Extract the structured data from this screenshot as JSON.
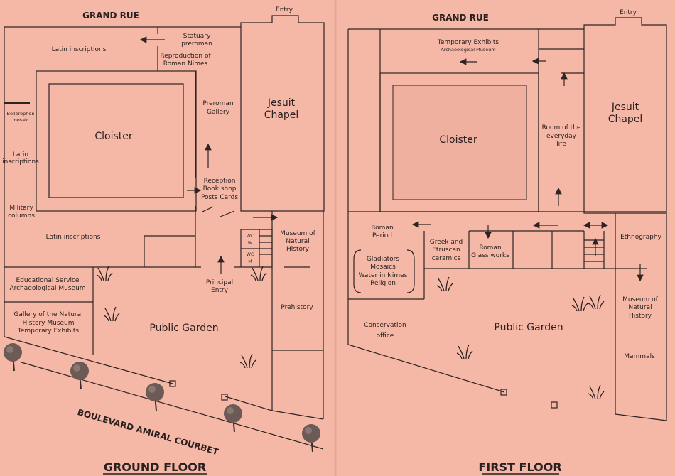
{
  "colors": {
    "paper": "#f6b8a6",
    "ink": "#2e2424"
  },
  "ground_floor": {
    "title": "GROUND FLOOR",
    "street_top": "GRAND RUE",
    "street_bottom": "BOULEVARD AMIRAL COURBET",
    "entry": "Entry",
    "jesuit_chapel": [
      "Jesuit",
      "Chapel"
    ],
    "cloister": "Cloister",
    "latin_inscriptions_top": "Latin inscriptions",
    "statuary": [
      "Statuary",
      "preroman"
    ],
    "reproduction": [
      "Reproduction of",
      "Roman Nimes"
    ],
    "bellerophon": [
      "Bellerophon",
      "mosaic"
    ],
    "latin_inscriptions_left": [
      "Latin",
      "inscriptions"
    ],
    "preroman_gallery": [
      "Preroman",
      "Gallery"
    ],
    "reception": [
      "Reception",
      "Book shop",
      "Posts Cards"
    ],
    "military_columns": [
      "Military",
      "columns"
    ],
    "latin_inscriptions_bottom": "Latin inscriptions",
    "wc_w": [
      "WC",
      "W"
    ],
    "wc_m": [
      "WC",
      "M"
    ],
    "museum_natural_history": [
      "Museum of",
      "Natural",
      "History"
    ],
    "principal_entry": [
      "Principal",
      "Entry"
    ],
    "educational_service": [
      "Educational Service",
      "Archaeological Museum"
    ],
    "gallery_natural_history": [
      "Gallery of the Natural",
      "History Museum",
      "Temporary Exhibits"
    ],
    "public_garden": "Public Garden",
    "prehistory": "Prehistory"
  },
  "first_floor": {
    "title": "FIRST FLOOR",
    "street_top": "GRAND RUE",
    "entry": "Entry",
    "jesuit_chapel": [
      "Jesuit",
      "Chapel"
    ],
    "cloister": "Cloister",
    "temporary_exhibits": [
      "Temporary Exhibits",
      "Archaeological Museum"
    ],
    "room_everyday_life": [
      "Room of the",
      "everyday",
      "life"
    ],
    "roman_period": [
      "Roman",
      "Period"
    ],
    "gladiators": [
      "Gladiators",
      "Mosaics",
      "Water in Nimes",
      "Religion"
    ],
    "greek_etruscan": [
      "Greek and",
      "Etruscan",
      "ceramics"
    ],
    "roman_glass": [
      "Roman",
      "Glass works"
    ],
    "ethnography": "Ethnography",
    "museum_natural_history": [
      "Museum of",
      "Natural",
      "History"
    ],
    "mammals": "Mammals",
    "conservation_office": [
      "Conservation",
      "office"
    ],
    "public_garden": "Public Garden"
  }
}
